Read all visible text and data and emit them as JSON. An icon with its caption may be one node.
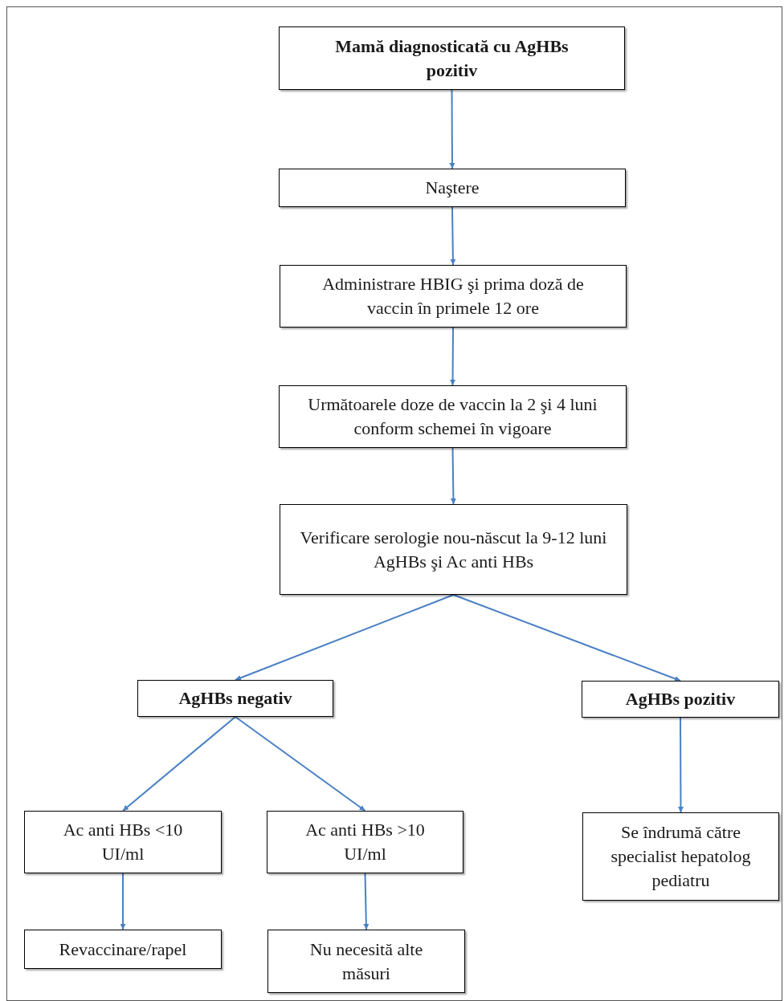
{
  "diagram": {
    "nodes": [
      {
        "text": [
          "Mamă diagnosticată cu AgHBs pozitiv"
        ]
      },
      {
        "text": [
          "Naştere"
        ]
      },
      {
        "text": [
          "Administrare HBIG şi prima doză de vaccin în primele 12 ore"
        ]
      },
      {
        "text": [
          "Următoarele doze de vaccin la 2 şi 4 luni conform schemei în vigoare"
        ]
      },
      {
        "text": [
          "Verificare serologie nou-născut la 9-12 luni",
          "AgHBs şi Ac anti HBs"
        ]
      },
      {
        "text": [
          "AgHBs negativ"
        ]
      },
      {
        "text": [
          "AgHBs pozitiv"
        ]
      },
      {
        "text": [
          "Ac anti HBs <10 UI/ml"
        ]
      },
      {
        "text": [
          "Ac anti HBs >10 UI/ml"
        ]
      },
      {
        "text": [
          "Se îndrumă către specialist hepatolog pediatru"
        ]
      },
      {
        "text": [
          "Revaccinare/rapel"
        ]
      },
      {
        "text": [
          "Nu necesită alte măsuri"
        ]
      }
    ],
    "edges": [
      {
        "from": 0,
        "to": 1,
        "arrow": "to"
      },
      {
        "from": 1,
        "to": 2,
        "arrow": "to"
      },
      {
        "from": 2,
        "to": 3,
        "arrow": "to"
      },
      {
        "from": 3,
        "to": 4,
        "arrow": "to"
      },
      {
        "from": 4,
        "to": 5,
        "arrow": "to"
      },
      {
        "from": 4,
        "to": 6,
        "arrow": "to"
      },
      {
        "from": 5,
        "to": 7,
        "arrow": "to"
      },
      {
        "from": 5,
        "to": 8,
        "arrow": "to"
      },
      {
        "from": 6,
        "to": 9,
        "arrow": "to"
      },
      {
        "from": 7,
        "to": 10,
        "arrow": "to"
      },
      {
        "from": 8,
        "to": 11,
        "arrow": "to"
      }
    ]
  }
}
